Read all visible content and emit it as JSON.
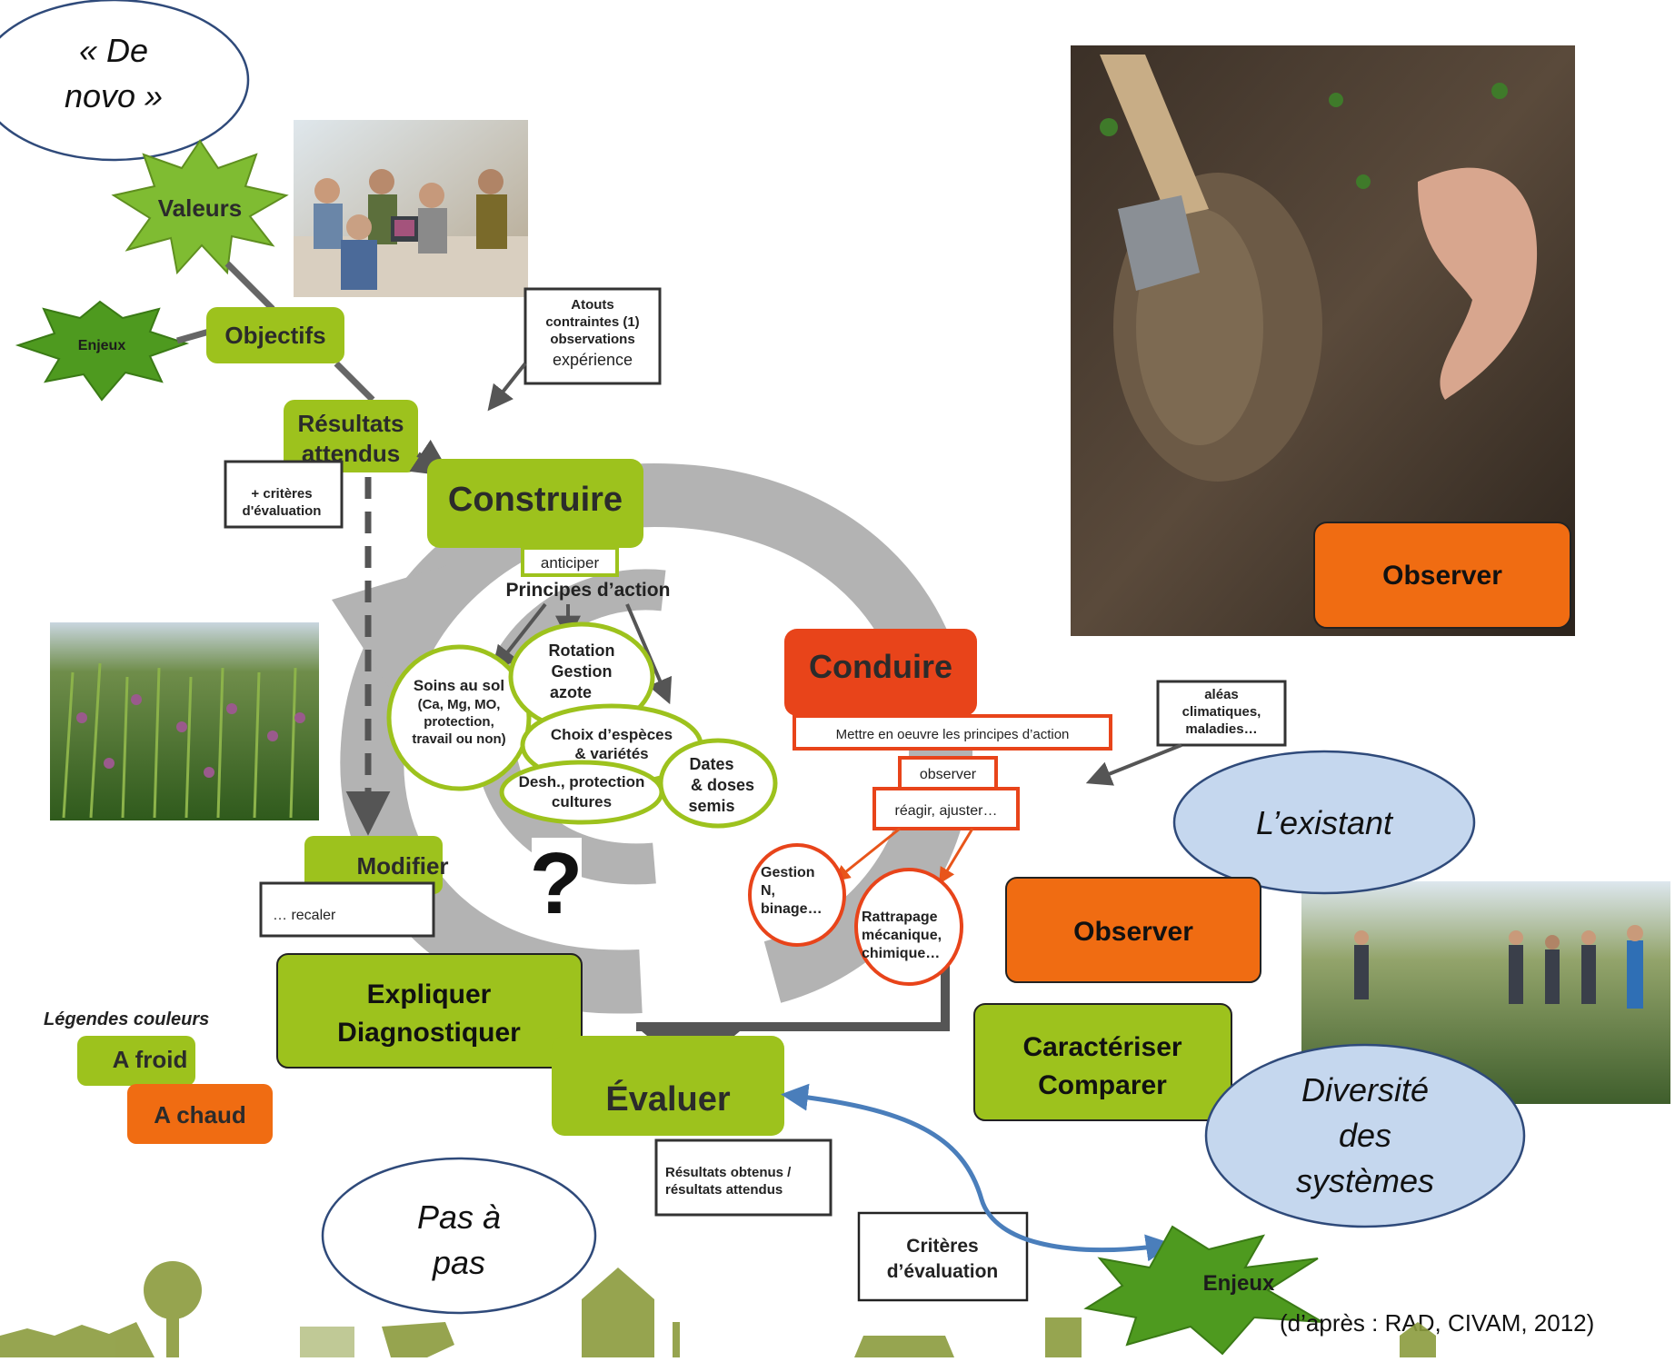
{
  "colors": {
    "green": "#9dc21d",
    "light_green": "#b4d32a",
    "orange": "#f06c12",
    "red": "#e8441a",
    "spiral_gray": "#b3b3b3",
    "bubble_blue": "#c5d7ee",
    "dark_green_icons": "#8b9b3d"
  },
  "diagram": {
    "de_novo": [
      "« De",
      "novo »"
    ],
    "valeurs": "Valeurs",
    "enjeux_top": "Enjeux",
    "objectifs": "Objectifs",
    "atouts": [
      "Atouts",
      "contraintes (1)",
      "observations",
      "expérience"
    ],
    "resultats_attendus": [
      "Résultats",
      "attendus"
    ],
    "criteres_box": [
      "+ critères",
      "d'évaluation"
    ],
    "construire": "Construire",
    "anticiper": "anticiper",
    "principes": "Principes d’action",
    "rotation": [
      "Rotation",
      "Gestion",
      "azote"
    ],
    "soins": [
      "Soins au sol",
      "(Ca, Mg, MO,",
      "protection,",
      "travail ou non)"
    ],
    "choix": [
      "Choix d’espèces",
      "& variétés"
    ],
    "dates": [
      "Dates",
      "& doses",
      "semis"
    ],
    "desh": [
      "Desh., protection",
      "cultures"
    ],
    "conduire": "Conduire",
    "mettre": "Mettre en oeuvre les principes d’action",
    "observer_small": "observer",
    "reagir": "réagir, ajuster…",
    "aleas": [
      "aléas",
      "climatiques,",
      "maladies…"
    ],
    "gestion_n": [
      "Gestion",
      "N,",
      "binage…"
    ],
    "rattrapage": [
      "Rattrapage",
      "mécanique,",
      "chimique…"
    ],
    "modifier": "Modifier",
    "recaler": "… recaler",
    "question": "?",
    "expliquer": [
      "Expliquer",
      "Diagnostiquer"
    ],
    "evaluer": "Évaluer",
    "resultats_obtenus": [
      "Résultats obtenus /",
      "résultats attendus"
    ],
    "legend_title": "Légendes couleurs",
    "legend_froid": "A froid",
    "legend_chaud": "A chaud",
    "pas_a_pas": [
      "Pas à",
      "pas"
    ],
    "criteres_eval": [
      "Critères",
      "d’évaluation"
    ],
    "enjeux_bottom": "Enjeux",
    "credit": "(d’après : RAD, CIVAM, 2012)",
    "observer_photo": "Observer",
    "existant": "L’existant",
    "observer_mid": "Observer",
    "caracteriser": [
      "Caractériser",
      "Comparer"
    ],
    "diversite": [
      "Diversité",
      "des",
      "systèmes"
    ]
  }
}
